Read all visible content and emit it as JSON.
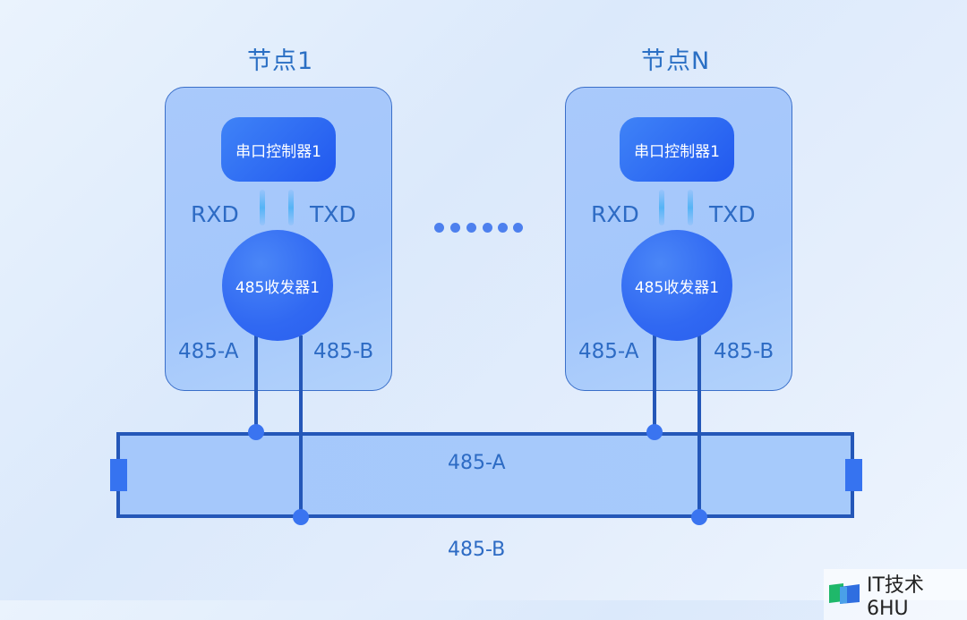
{
  "nodes": [
    {
      "title": "节点1",
      "controller": "串口控制器1",
      "rx_label": "RXD",
      "tx_label": "TXD",
      "transceiver": "485收发器1",
      "pin_a": "485-A",
      "pin_b": "485-B"
    },
    {
      "title": "节点N",
      "controller": "串口控制器1",
      "rx_label": "RXD",
      "tx_label": "TXD",
      "transceiver": "485收发器1",
      "pin_a": "485-A",
      "pin_b": "485-B"
    }
  ],
  "ellipsis_count": 6,
  "bus": {
    "line_a_label": "485-A",
    "line_b_label": "485-B"
  },
  "watermark": {
    "icon": "flag-logo-icon",
    "text": "IT技术6HU"
  },
  "colors": {
    "primary": "#2457b8",
    "accent": "#3673f0",
    "label": "#2d6bc4"
  }
}
